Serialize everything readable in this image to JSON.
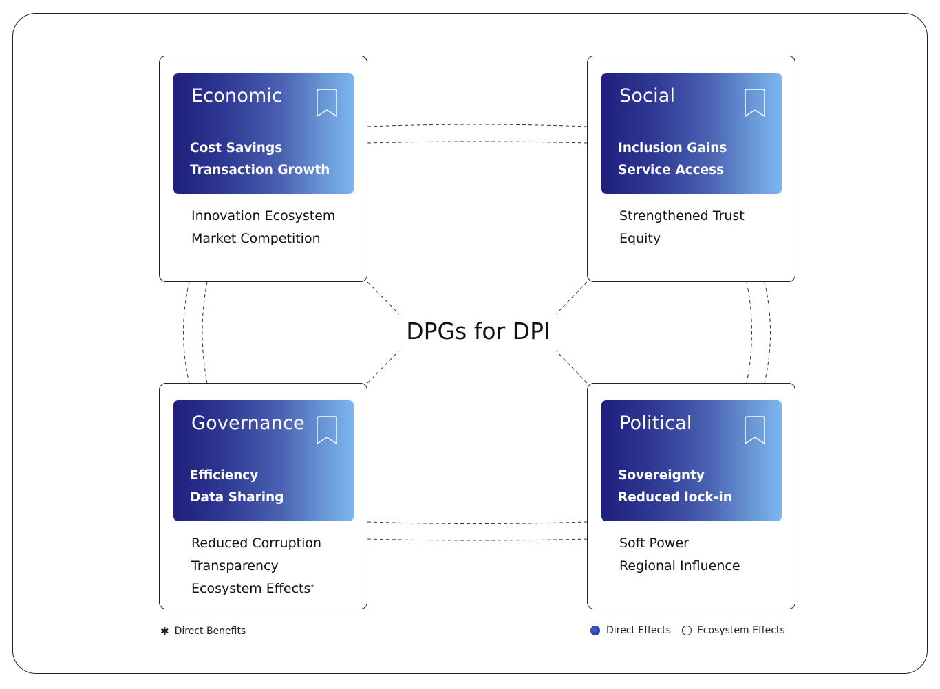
{
  "diagram": {
    "center_title": "DPGs for DPI",
    "cards": [
      {
        "id": "economic",
        "title": "Economic",
        "icon": "bookmark-icon",
        "direct_effects": [
          "Cost Savings",
          "Transaction Growth"
        ],
        "ecosystem_effects": [
          "Innovation Ecosystem",
          "Market Competition"
        ]
      },
      {
        "id": "social",
        "title": "Social",
        "icon": "bookmark-icon",
        "direct_effects": [
          "Inclusion Gains",
          "Service Access"
        ],
        "ecosystem_effects": [
          "Strengthened Trust",
          "Equity"
        ]
      },
      {
        "id": "governance",
        "title": "Governance",
        "icon": "bookmark-icon",
        "direct_effects": [
          "Efficiency",
          "Data Sharing"
        ],
        "ecosystem_effects": [
          "Reduced Corruption",
          "Transparency",
          "Ecosystem Effects"
        ],
        "footnote_marker": "*"
      },
      {
        "id": "political",
        "title": "Political",
        "icon": "bookmark-icon",
        "direct_effects": [
          "Sovereignty",
          "Reduced lock-in"
        ],
        "ecosystem_effects": [
          "Soft Power",
          "Regional Influence"
        ]
      }
    ],
    "colors": {
      "gradient_start": "#1f1f7e",
      "gradient_end": "#7db6ef",
      "border": "#222222",
      "text": "#111111"
    }
  },
  "legend": {
    "footnote": {
      "marker": "✱",
      "label": "Direct Benefits"
    },
    "items": [
      {
        "symbol": "filled-circle",
        "label": "Direct Effects"
      },
      {
        "symbol": "hollow-circle",
        "label": "Ecosystem Effects"
      }
    ]
  }
}
